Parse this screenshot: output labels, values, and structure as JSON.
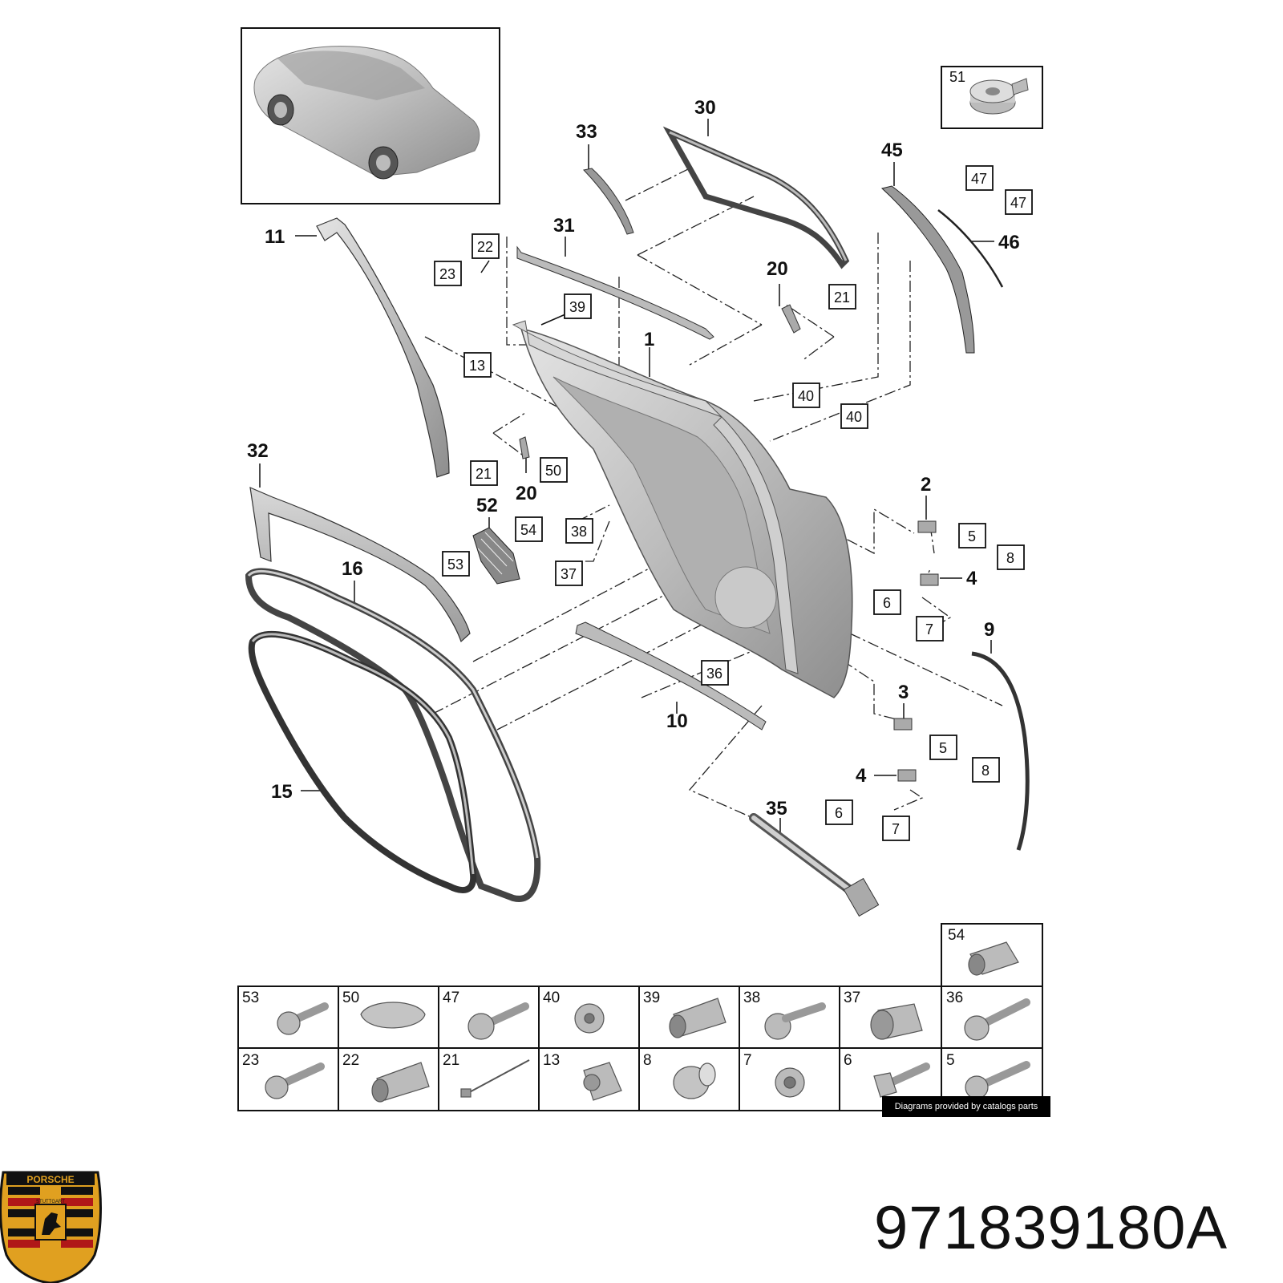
{
  "callouts": [
    {
      "id": "c11",
      "text": "11"
    },
    {
      "id": "c33",
      "text": "33"
    },
    {
      "id": "c30",
      "text": "30"
    },
    {
      "id": "c45",
      "text": "45"
    },
    {
      "id": "c46",
      "text": "46"
    },
    {
      "id": "c31",
      "text": "31"
    },
    {
      "id": "c20a",
      "text": "20"
    },
    {
      "id": "c1",
      "text": "1"
    },
    {
      "id": "c32",
      "text": "32"
    },
    {
      "id": "c20b",
      "text": "20"
    },
    {
      "id": "c52",
      "text": "52"
    },
    {
      "id": "c16",
      "text": "16"
    },
    {
      "id": "c2",
      "text": "2"
    },
    {
      "id": "c4a",
      "text": "4"
    },
    {
      "id": "c9",
      "text": "9"
    },
    {
      "id": "c3",
      "text": "3"
    },
    {
      "id": "c10",
      "text": "10"
    },
    {
      "id": "c15",
      "text": "15"
    },
    {
      "id": "c4b",
      "text": "4"
    },
    {
      "id": "c35",
      "text": "35"
    }
  ],
  "boxed_callouts": [
    {
      "id": "b47a",
      "text": "47"
    },
    {
      "id": "b47b",
      "text": "47"
    },
    {
      "id": "b22",
      "text": "22"
    },
    {
      "id": "b23",
      "text": "23"
    },
    {
      "id": "b39",
      "text": "39"
    },
    {
      "id": "b21a",
      "text": "21"
    },
    {
      "id": "b13",
      "text": "13"
    },
    {
      "id": "b40a",
      "text": "40"
    },
    {
      "id": "b40b",
      "text": "40"
    },
    {
      "id": "b21b",
      "text": "21"
    },
    {
      "id": "b50",
      "text": "50"
    },
    {
      "id": "b54",
      "text": "54"
    },
    {
      "id": "b38",
      "text": "38"
    },
    {
      "id": "b53",
      "text": "53"
    },
    {
      "id": "b37",
      "text": "37"
    },
    {
      "id": "b5a",
      "text": "5"
    },
    {
      "id": "b8a",
      "text": "8"
    },
    {
      "id": "b6a",
      "text": "6"
    },
    {
      "id": "b7a",
      "text": "7"
    },
    {
      "id": "b36",
      "text": "36"
    },
    {
      "id": "b5b",
      "text": "5"
    },
    {
      "id": "b8b",
      "text": "8"
    },
    {
      "id": "b6b",
      "text": "6"
    },
    {
      "id": "b7b",
      "text": "7"
    }
  ],
  "accessory_box": {
    "number": "51"
  },
  "parts_table": {
    "corner": "54",
    "row1": [
      "53",
      "50",
      "47",
      "40",
      "39",
      "38",
      "37",
      "36"
    ],
    "row2": [
      "23",
      "22",
      "21",
      "13",
      "8",
      "7",
      "6",
      "5"
    ]
  },
  "credit": "Diagrams provided by catalogs parts",
  "part_number": "971839180A",
  "logo": {
    "text": "PORSCHE",
    "city": "STUTTGART"
  },
  "colors": {
    "line": "#222222",
    "part_fill": "#c8c8c8",
    "part_dark": "#8a8a8a",
    "logo_gold": "#e0a020",
    "logo_red": "#b01818",
    "logo_black": "#111111"
  }
}
